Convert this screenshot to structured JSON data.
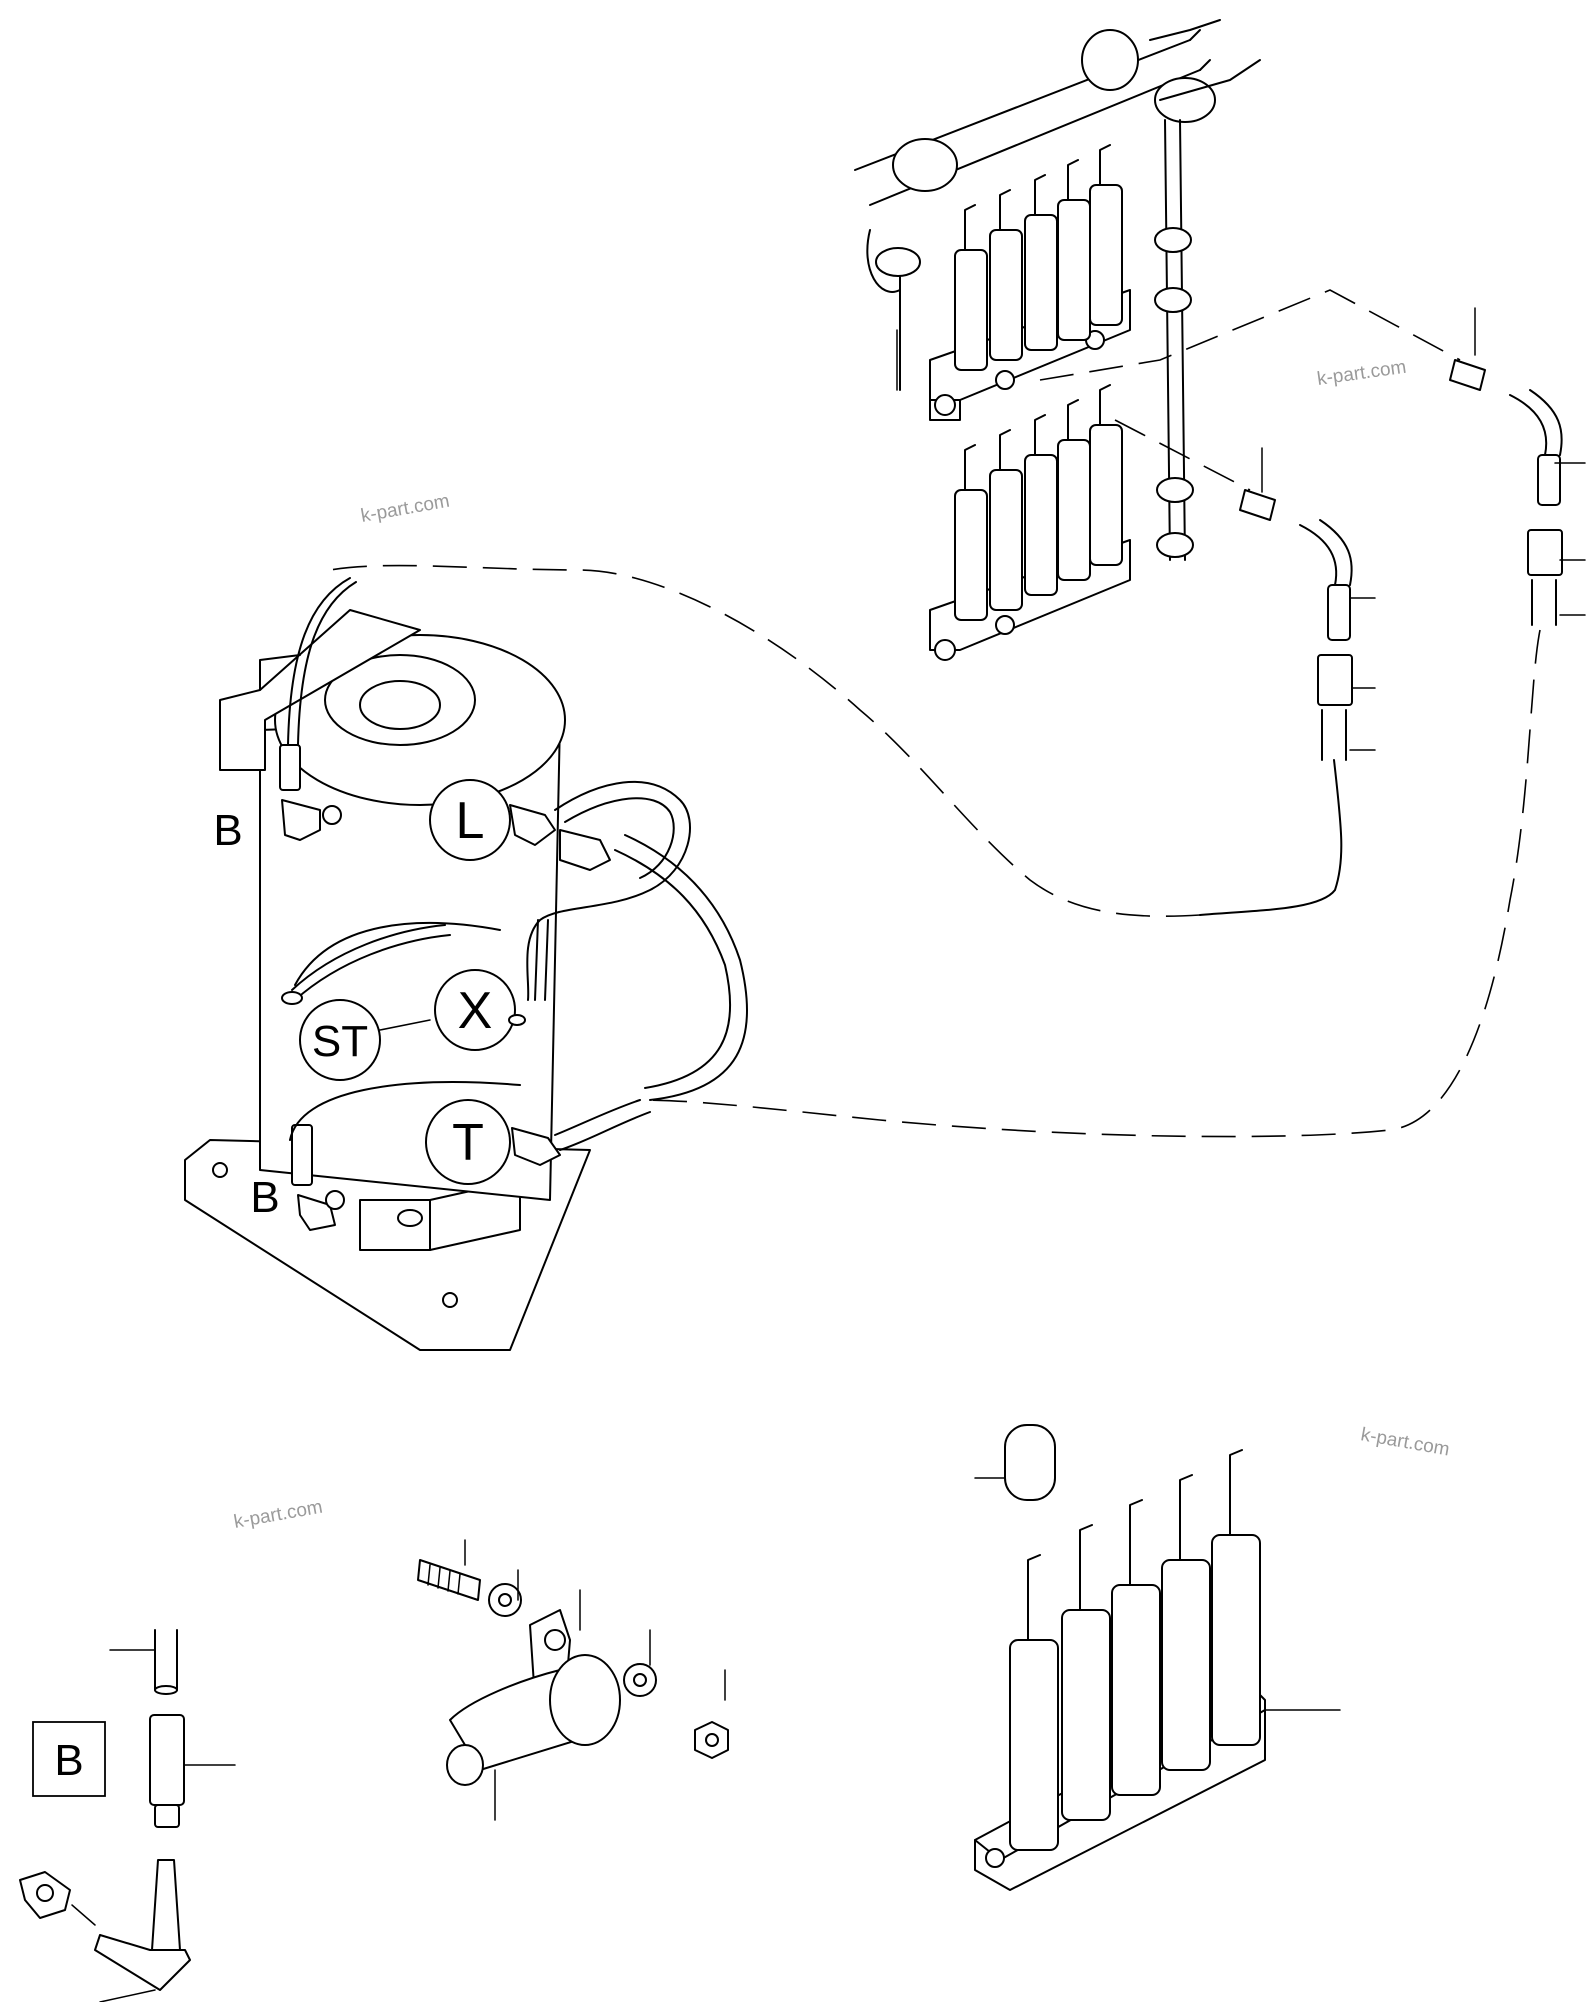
{
  "watermarks": [
    "k-part.com",
    "k-part.com",
    "k-part.com",
    "k-part.com"
  ],
  "port_labels": {
    "L": "L",
    "X": "X",
    "ST": "ST",
    "T": "T",
    "B_upper": "B",
    "B_lower": "B"
  },
  "detail_box_label": "B"
}
